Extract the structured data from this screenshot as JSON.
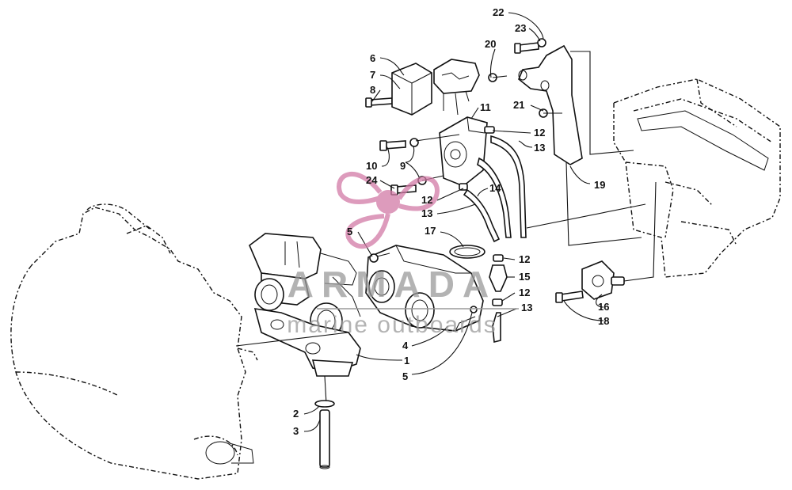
{
  "diagram": {
    "callouts": [
      "1",
      "2",
      "3",
      "4",
      "5",
      "5",
      "6",
      "7",
      "8",
      "9",
      "10",
      "11",
      "12",
      "12",
      "12",
      "12",
      "13",
      "13",
      "13",
      "14",
      "15",
      "16",
      "17",
      "18",
      "19",
      "20",
      "21",
      "22",
      "23",
      "24"
    ]
  },
  "watermark": {
    "brand": "ARMADA",
    "tagline": "marine outboards",
    "accent": "#d27aa6",
    "icon": "propeller-icon"
  }
}
